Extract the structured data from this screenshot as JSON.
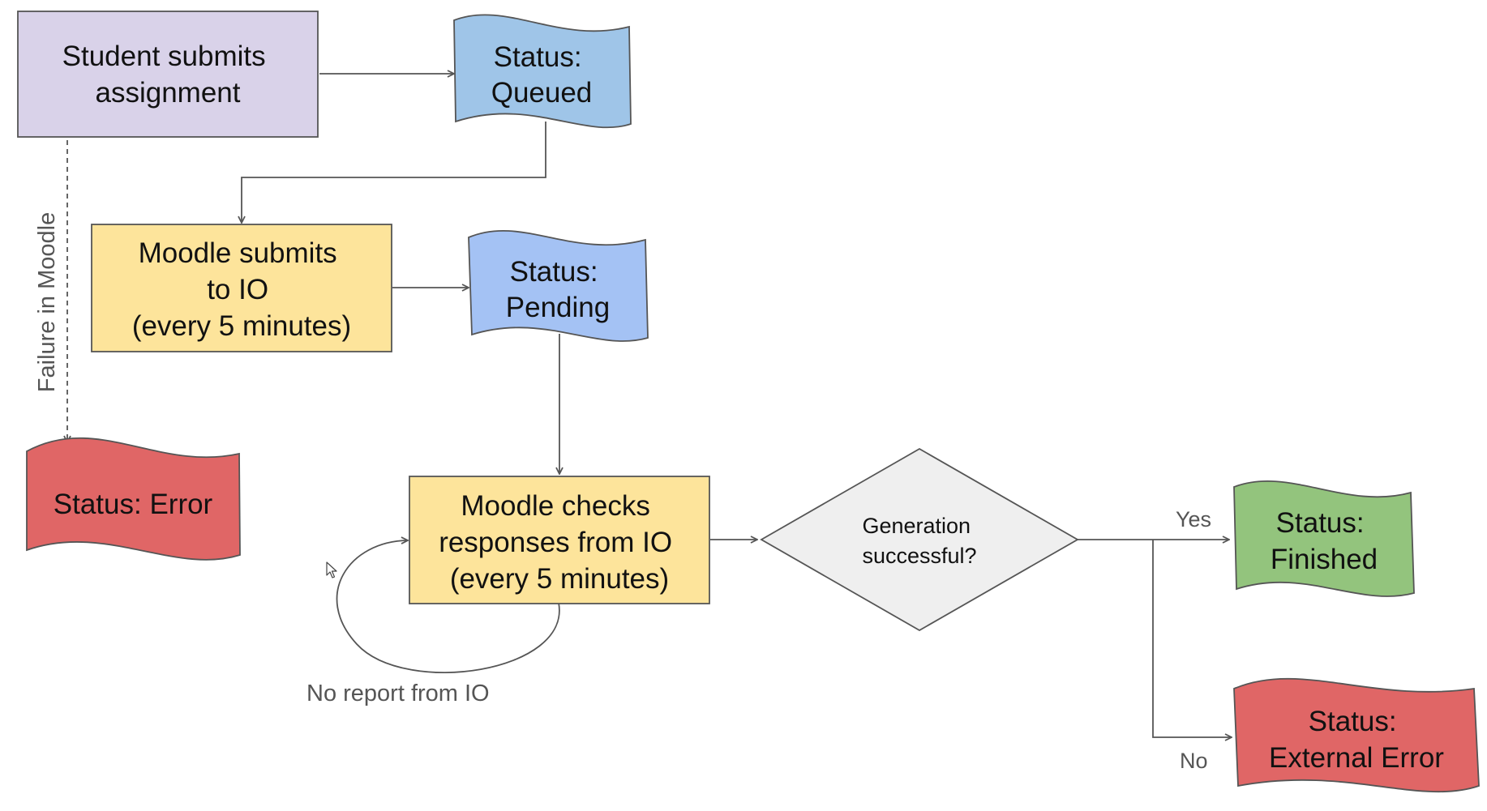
{
  "colors": {
    "purple_fill": "#d9d2e9",
    "light_blue_fill": "#9fc5e8",
    "periwinkle_fill": "#a4c2f4",
    "yellow_fill": "#fde49b",
    "red_fill": "#e06666",
    "green_fill": "#93c47d",
    "diamond_fill": "#efefef",
    "line_color": "#555555"
  },
  "nodes": {
    "student_submits": {
      "lines": [
        "Student submits",
        "assignment"
      ]
    },
    "status_queued": {
      "lines": [
        "Status:",
        "Queued"
      ]
    },
    "moodle_submits": {
      "lines": [
        "Moodle submits",
        "to IO",
        "(every 5 minutes)"
      ]
    },
    "status_pending": {
      "lines": [
        "Status:",
        "Pending"
      ]
    },
    "status_error": {
      "lines": [
        "Status: Error"
      ]
    },
    "moodle_checks": {
      "lines": [
        "Moodle checks",
        "responses from IO",
        "(every 5 minutes)"
      ]
    },
    "generation_successful": {
      "lines": [
        "Generation",
        "successful?"
      ]
    },
    "status_finished": {
      "lines": [
        "Status:",
        "Finished"
      ]
    },
    "status_external_error": {
      "lines": [
        "Status:",
        "External Error"
      ]
    }
  },
  "edge_labels": {
    "failure_in_moodle": "Failure in Moodle",
    "no_report_from_io": "No report from IO",
    "yes": "Yes",
    "no": "No"
  },
  "cursor": {
    "icon": "mouse-pointer-icon"
  }
}
